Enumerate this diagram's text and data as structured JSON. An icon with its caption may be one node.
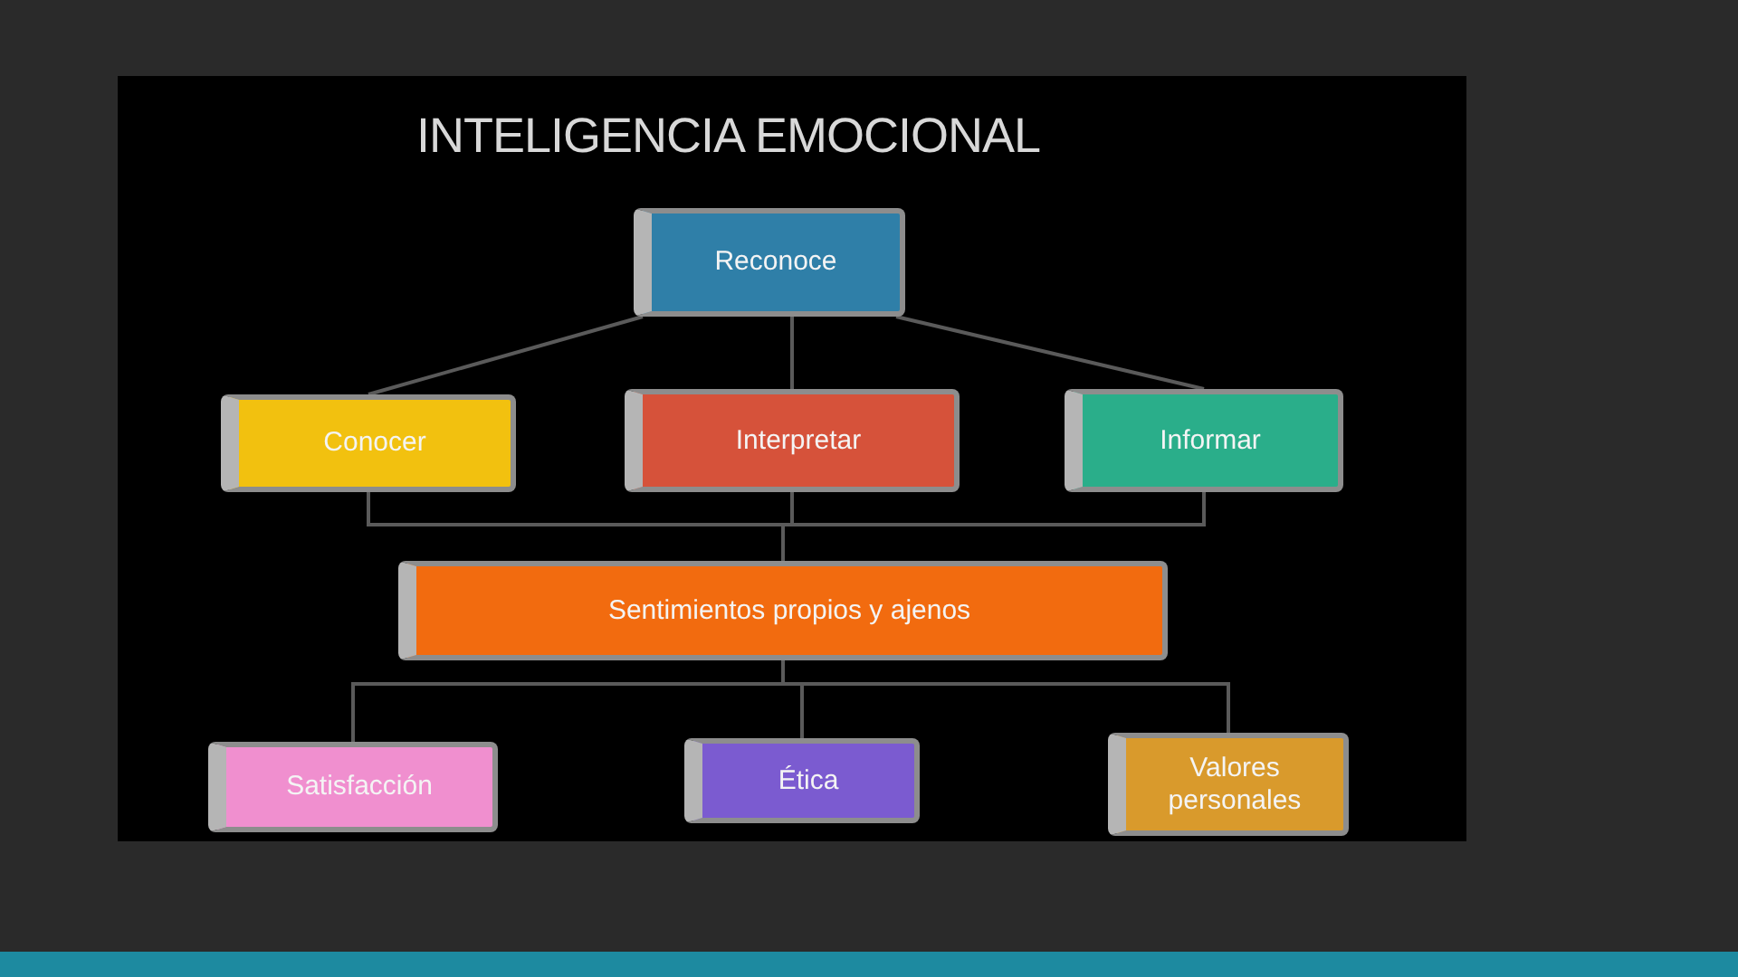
{
  "diagram": {
    "title": "INTELIGENCIA EMOCIONAL",
    "nodes": [
      {
        "text": [
          "Reconoce"
        ]
      },
      {
        "text": [
          "Conocer"
        ]
      },
      {
        "text": [
          "Interpretar"
        ]
      },
      {
        "text": [
          "Informar"
        ]
      },
      {
        "text": [
          "Sentimientos propios y ajenos"
        ]
      },
      {
        "text": [
          "Satisfacción"
        ]
      },
      {
        "text": [
          "Ética"
        ]
      },
      {
        "text": [
          "Valores personales"
        ]
      }
    ],
    "edges": [
      {
        "from": 0,
        "to": 1,
        "arrow": "none"
      },
      {
        "from": 0,
        "to": 2,
        "arrow": "none"
      },
      {
        "from": 0,
        "to": 3,
        "arrow": "none"
      },
      {
        "from": 1,
        "to": 4,
        "arrow": "none"
      },
      {
        "from": 2,
        "to": 4,
        "arrow": "none"
      },
      {
        "from": 3,
        "to": 4,
        "arrow": "none"
      },
      {
        "from": 4,
        "to": 5,
        "arrow": "none"
      },
      {
        "from": 4,
        "to": 6,
        "arrow": "none"
      },
      {
        "from": 4,
        "to": 7,
        "arrow": "none"
      }
    ]
  }
}
